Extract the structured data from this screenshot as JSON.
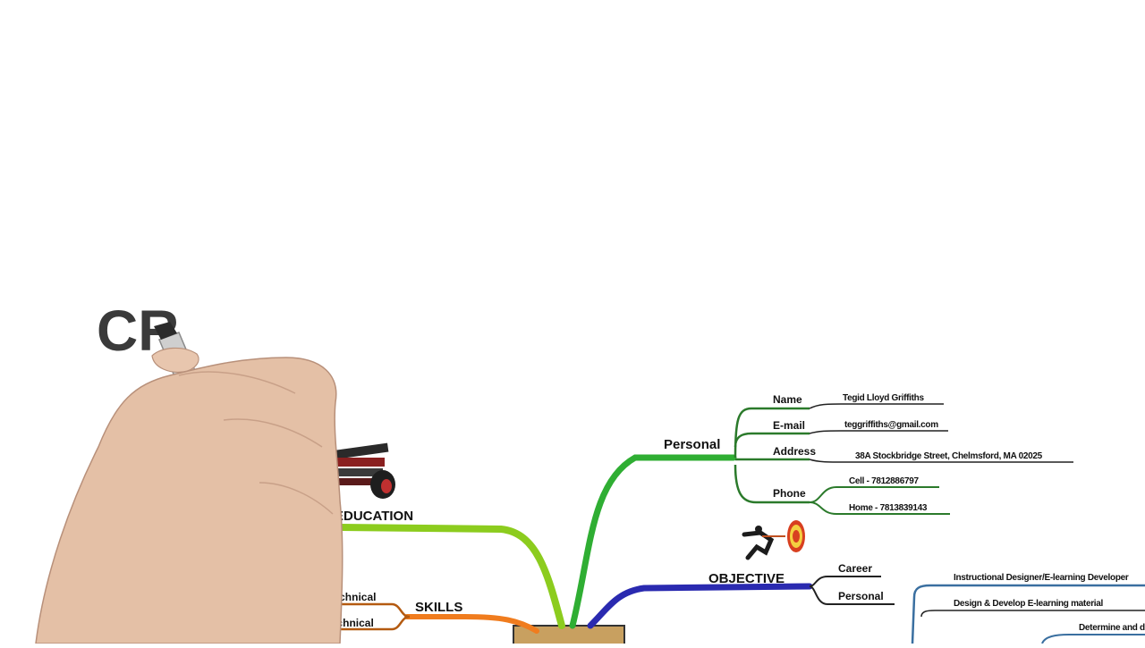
{
  "title_partial": "CR",
  "mindmap": {
    "personal": {
      "label": "Personal",
      "fields": {
        "name_label": "Name",
        "name_value": "Tegid Lloyd Griffiths",
        "email_label": "E-mail",
        "email_value": "teggriffiths@gmail.com",
        "address_label": "Address",
        "address_value": "38A Stockbridge Street, Chelmsford, MA 02025",
        "phone_label": "Phone",
        "cell_value": "Cell - 7812886797",
        "home_value": "Home - 7813839143"
      }
    },
    "education": {
      "label": "EDUCATION"
    },
    "skills": {
      "label": "SKILLS",
      "items": [
        "Technical",
        "Non-Technical"
      ]
    },
    "objective": {
      "label": "OBJECTIVE",
      "items": [
        "Career",
        "Personal"
      ]
    },
    "career_details": [
      "Instructional Designer/E-learning Developer",
      "Design & Develop E-learning material",
      "Determine and d"
    ]
  },
  "colors": {
    "personal_branch": "#2fae33",
    "education_branch": "#8ccc1e",
    "skills_branch": "#f07c1e",
    "objective_branch": "#2a2ab0",
    "career_branch": "#3a6fa0",
    "center_box": "#c8a060"
  }
}
